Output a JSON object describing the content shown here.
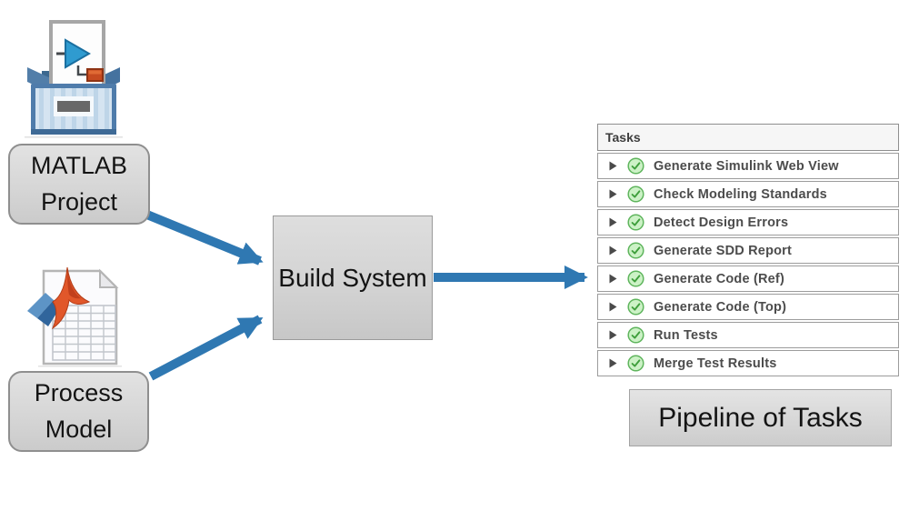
{
  "diagram": {
    "nodes": {
      "matlab_project": {
        "label": "MATLAB Project",
        "icon": "matlab-project-box-icon"
      },
      "process_model": {
        "label": "Process Model",
        "icon": "matlab-data-document-icon"
      },
      "build_system": {
        "label": "Build System"
      },
      "pipeline_caption": {
        "label": "Pipeline of Tasks"
      }
    },
    "connectors": [
      {
        "from": "matlab_project",
        "to": "build_system"
      },
      {
        "from": "process_model",
        "to": "build_system"
      },
      {
        "from": "build_system",
        "to": "tasks_panel"
      }
    ]
  },
  "tasks_panel": {
    "header": "Tasks",
    "row_expander_icon": "chevron-right-icon",
    "row_status_icon": "check-circle-icon",
    "row_status": "passed",
    "items": [
      {
        "label": "Generate Simulink Web View"
      },
      {
        "label": "Check Modeling Standards"
      },
      {
        "label": "Detect Design Errors"
      },
      {
        "label": "Generate SDD Report"
      },
      {
        "label": "Generate Code (Ref)"
      },
      {
        "label": "Generate Code (Top)"
      },
      {
        "label": "Run Tests"
      },
      {
        "label": "Merge Test Results"
      }
    ]
  },
  "colors": {
    "arrow_blue": "#2f78b2",
    "node_fill": "#d6d6d6",
    "node_border": "#8f8f8f",
    "check_fill": "#ccf2c6",
    "check_border": "#5fb55d",
    "check_mark": "#3f9f3c",
    "task_text": "#4c4c4c"
  }
}
